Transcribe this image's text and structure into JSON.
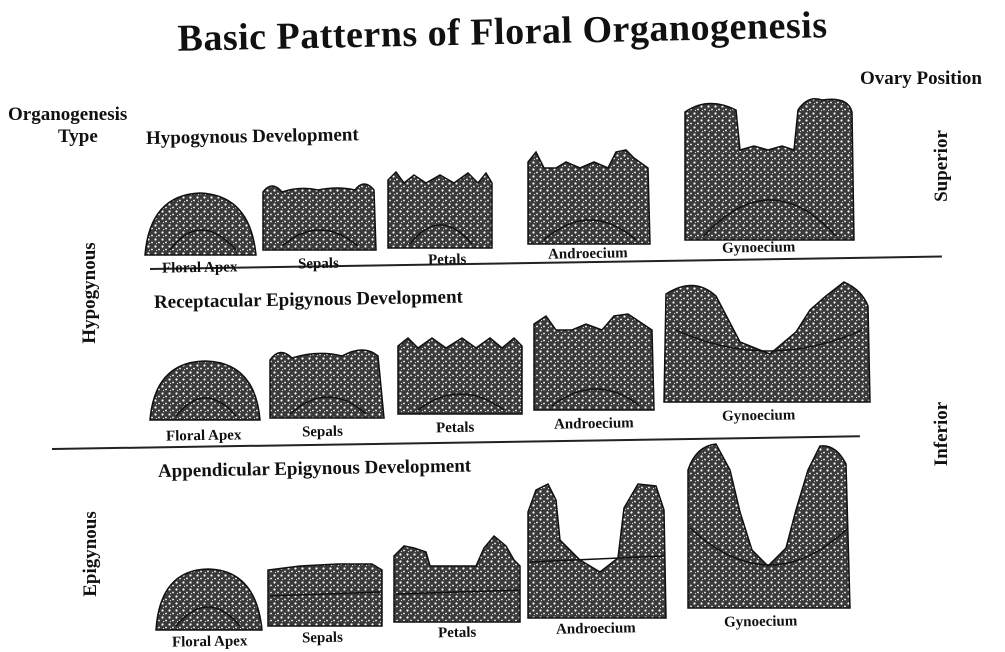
{
  "title": "Basic Patterns of Floral Organogenesis",
  "header": {
    "organogenesis_line1": "Organogenesis",
    "organogenesis_line2": "Type",
    "ovary_position": "Ovary Position"
  },
  "side_labels": {
    "hypogynous": "Hypogynous",
    "epigynous": "Epigynous",
    "superior": "Superior",
    "inferior": "Inferior"
  },
  "rows": [
    {
      "title": "Hypogynous Development",
      "stages": [
        "Floral Apex",
        "Sepals",
        "Petals",
        "Androecium",
        "Gynoecium"
      ]
    },
    {
      "title": "Receptacular Epigynous Development",
      "stages": [
        "Floral Apex",
        "Sepals",
        "Petals",
        "Androecium",
        "Gynoecium"
      ]
    },
    {
      "title": "Appendicular Epigynous Development",
      "stages": [
        "Floral Apex",
        "Sepals",
        "Petals",
        "Androecium",
        "Gynoecium"
      ]
    }
  ],
  "colors": {
    "ink": "#111111",
    "stipple": "#2a2a2a",
    "paper": "#ffffff"
  }
}
